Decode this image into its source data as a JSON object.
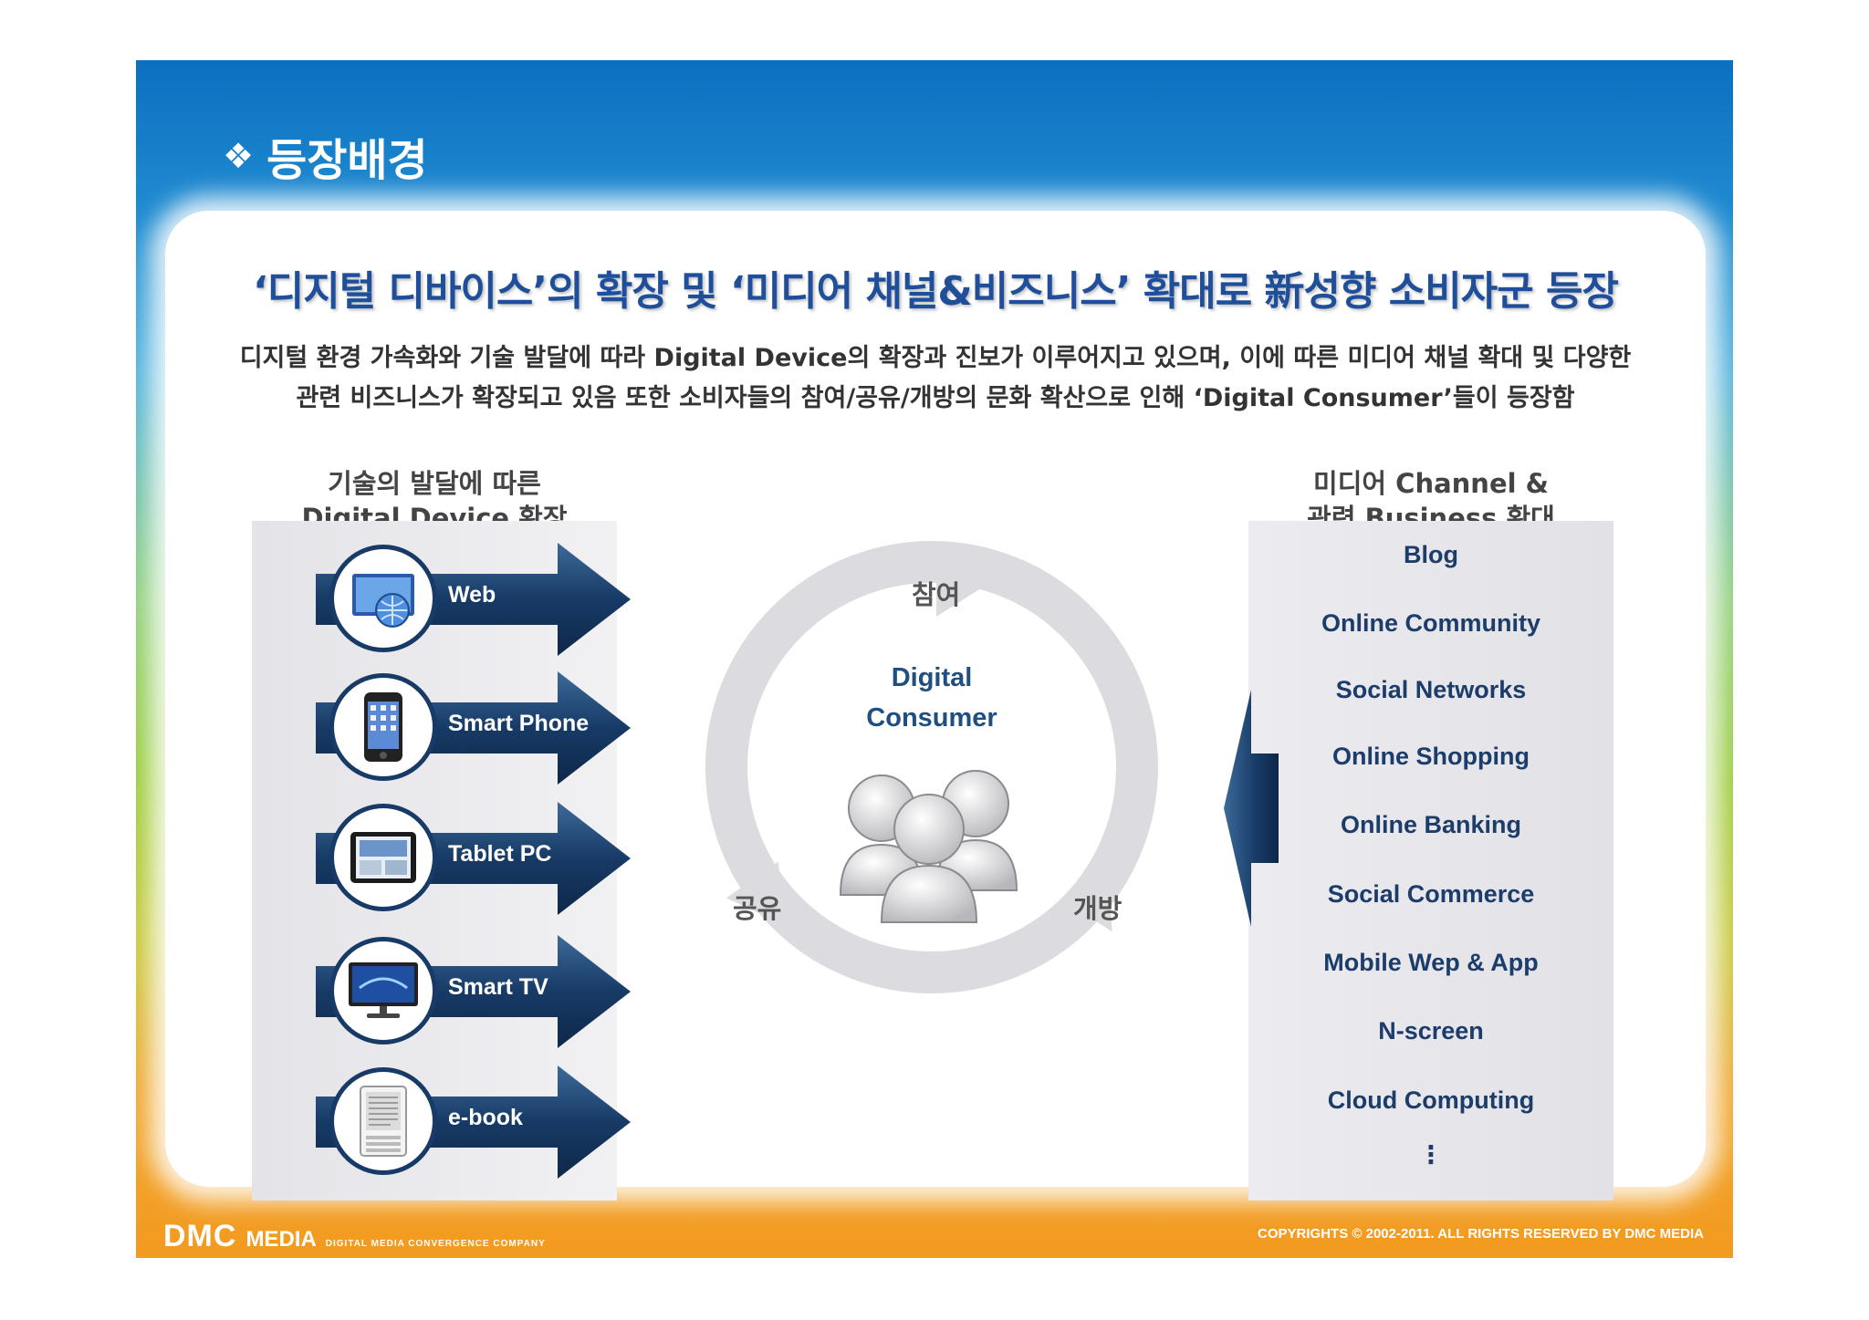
{
  "header": {
    "bullet": "❖",
    "title": "등장배경"
  },
  "headline": "‘디지털 디바이스’의 확장 및 ‘미디어 채널&비즈니스’ 확대로 新성향 소비자군 등장",
  "description": {
    "line1": "디지털 환경 가속화와 기술 발달에 따라 Digital Device의 확장과 진보가 이루어지고 있으며, 이에 따른 미디어 채널 확대 및 다양한",
    "line2": "관련 비즈니스가 확장되고 있음 또한 소비자들의 참여/공유/개방의 문화 확산으로 인해 ‘Digital Consumer’들이 등장함"
  },
  "left_column": {
    "title_line1": "기술의 발달에 따른",
    "title_line2": "Digital Device 확장",
    "devices": [
      {
        "label": "Web",
        "icon": "web-monitor-icon"
      },
      {
        "label": "Smart Phone",
        "icon": "smartphone-icon"
      },
      {
        "label": "Tablet PC",
        "icon": "tablet-icon"
      },
      {
        "label": "Smart TV",
        "icon": "tv-icon"
      },
      {
        "label": "e-book",
        "icon": "ebook-reader-icon"
      }
    ]
  },
  "center": {
    "title_line1": "Digital",
    "title_line2": "Consumer",
    "cycle": {
      "top": "참여",
      "left": "공유",
      "right": "개방"
    },
    "icon": "users-group-icon"
  },
  "right_column": {
    "title_line1": "미디어 Channel &",
    "title_line2": "관련 Business 확대",
    "channels": [
      "Blog",
      "Online Community",
      "Social Networks",
      "Online Shopping",
      "Online Banking",
      "Social Commerce",
      "Mobile Wep & App",
      "N-screen",
      "Cloud Computing",
      "⋮"
    ]
  },
  "footer": {
    "logo": "DMC",
    "logo_media": "MEDIA",
    "tagline": "DIGITAL MEDIA CONVERGENCE COMPANY",
    "copyright": "COPYRIGHTS © 2002-2011. ALL RIGHTS RESERVED BY DMC MEDIA"
  },
  "colors": {
    "headline": "#1f4f9a",
    "arrow_navy": "#173a66",
    "channel_text": "#1c3c6a"
  }
}
